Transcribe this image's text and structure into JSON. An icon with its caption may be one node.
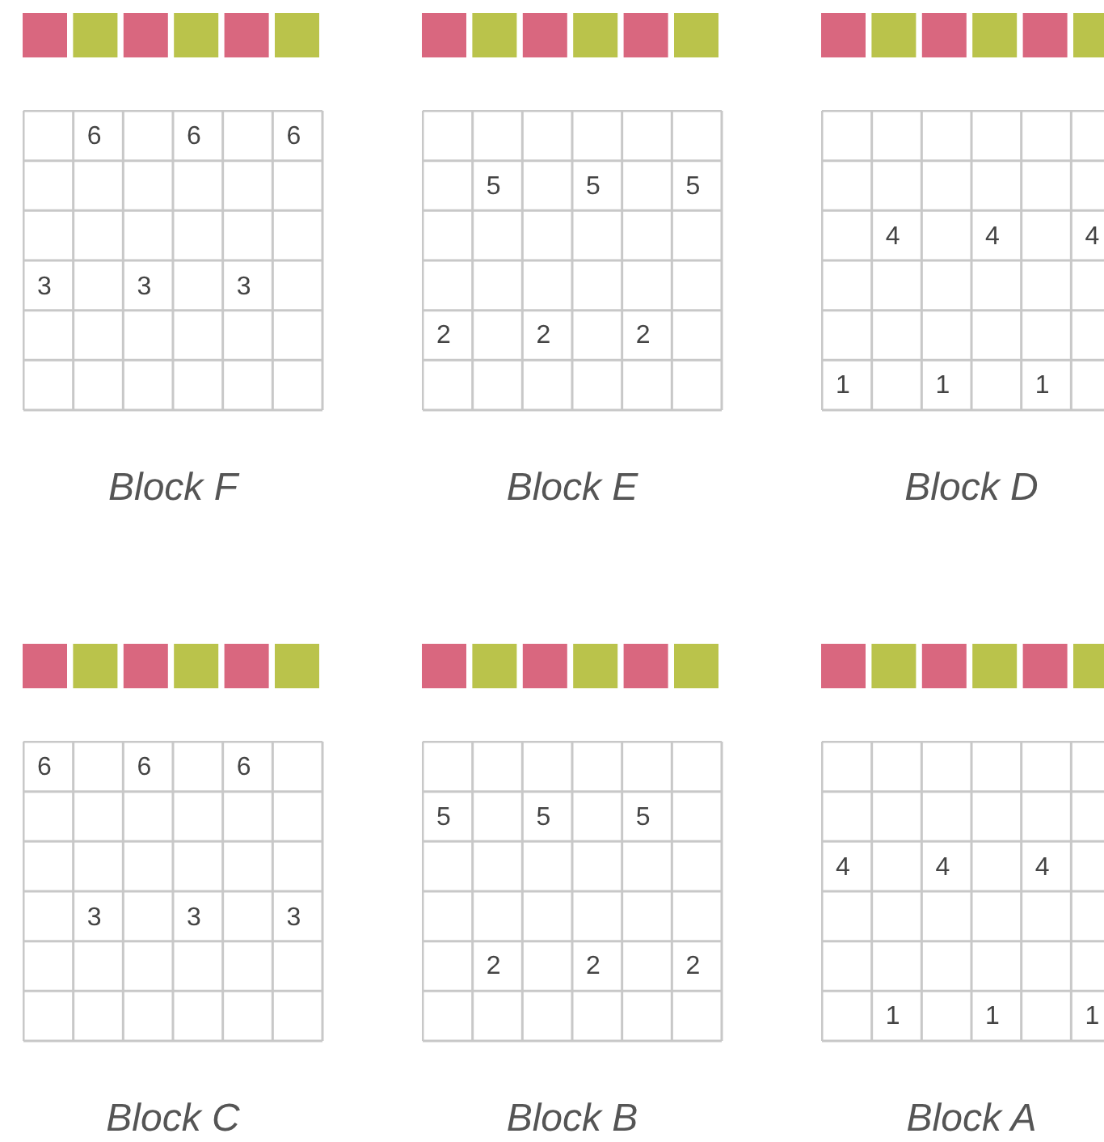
{
  "diagram": {
    "nodes": [
      {
        "text": [
          "Block F"
        ]
      },
      {
        "text": [
          "6"
        ],
        "in": 0
      },
      {
        "text": [
          "6"
        ],
        "in": 0
      },
      {
        "text": [
          "6"
        ],
        "in": 0
      },
      {
        "text": [
          "3"
        ],
        "in": 0
      },
      {
        "text": [
          "3"
        ],
        "in": 0
      },
      {
        "text": [
          "3"
        ],
        "in": 0
      },
      {
        "text": [
          "Block E"
        ]
      },
      {
        "text": [
          "5"
        ],
        "in": 7
      },
      {
        "text": [
          "5"
        ],
        "in": 7
      },
      {
        "text": [
          "5"
        ],
        "in": 7
      },
      {
        "text": [
          "2"
        ],
        "in": 7
      },
      {
        "text": [
          "2"
        ],
        "in": 7
      },
      {
        "text": [
          "2"
        ],
        "in": 7
      },
      {
        "text": [
          "Block D"
        ]
      },
      {
        "text": [
          "4"
        ],
        "in": 14
      },
      {
        "text": [
          "4"
        ],
        "in": 14
      },
      {
        "text": [
          "4"
        ],
        "in": 14
      },
      {
        "text": [
          "1"
        ],
        "in": 14
      },
      {
        "text": [
          "1"
        ],
        "in": 14
      },
      {
        "text": [
          "1"
        ],
        "in": 14
      },
      {
        "text": [
          "Block C"
        ]
      },
      {
        "text": [
          "6"
        ],
        "in": 21
      },
      {
        "text": [
          "6"
        ],
        "in": 21
      },
      {
        "text": [
          "6"
        ],
        "in": 21
      },
      {
        "text": [
          "3"
        ],
        "in": 21
      },
      {
        "text": [
          "3"
        ],
        "in": 21
      },
      {
        "text": [
          "3"
        ],
        "in": 21
      },
      {
        "text": [
          "Block B"
        ]
      },
      {
        "text": [
          "5"
        ],
        "in": 28
      },
      {
        "text": [
          "5"
        ],
        "in": 28
      },
      {
        "text": [
          "5"
        ],
        "in": 28
      },
      {
        "text": [
          "2"
        ],
        "in": 28
      },
      {
        "text": [
          "2"
        ],
        "in": 28
      },
      {
        "text": [
          "2"
        ],
        "in": 28
      },
      {
        "text": [
          "Block A"
        ]
      },
      {
        "text": [
          "4"
        ],
        "in": 35
      },
      {
        "text": [
          "4"
        ],
        "in": 35
      },
      {
        "text": [
          "4"
        ],
        "in": 35
      },
      {
        "text": [
          "1"
        ],
        "in": 35
      },
      {
        "text": [
          "1"
        ],
        "in": 35
      },
      {
        "text": [
          "1"
        ],
        "in": 35
      }
    ]
  }
}
